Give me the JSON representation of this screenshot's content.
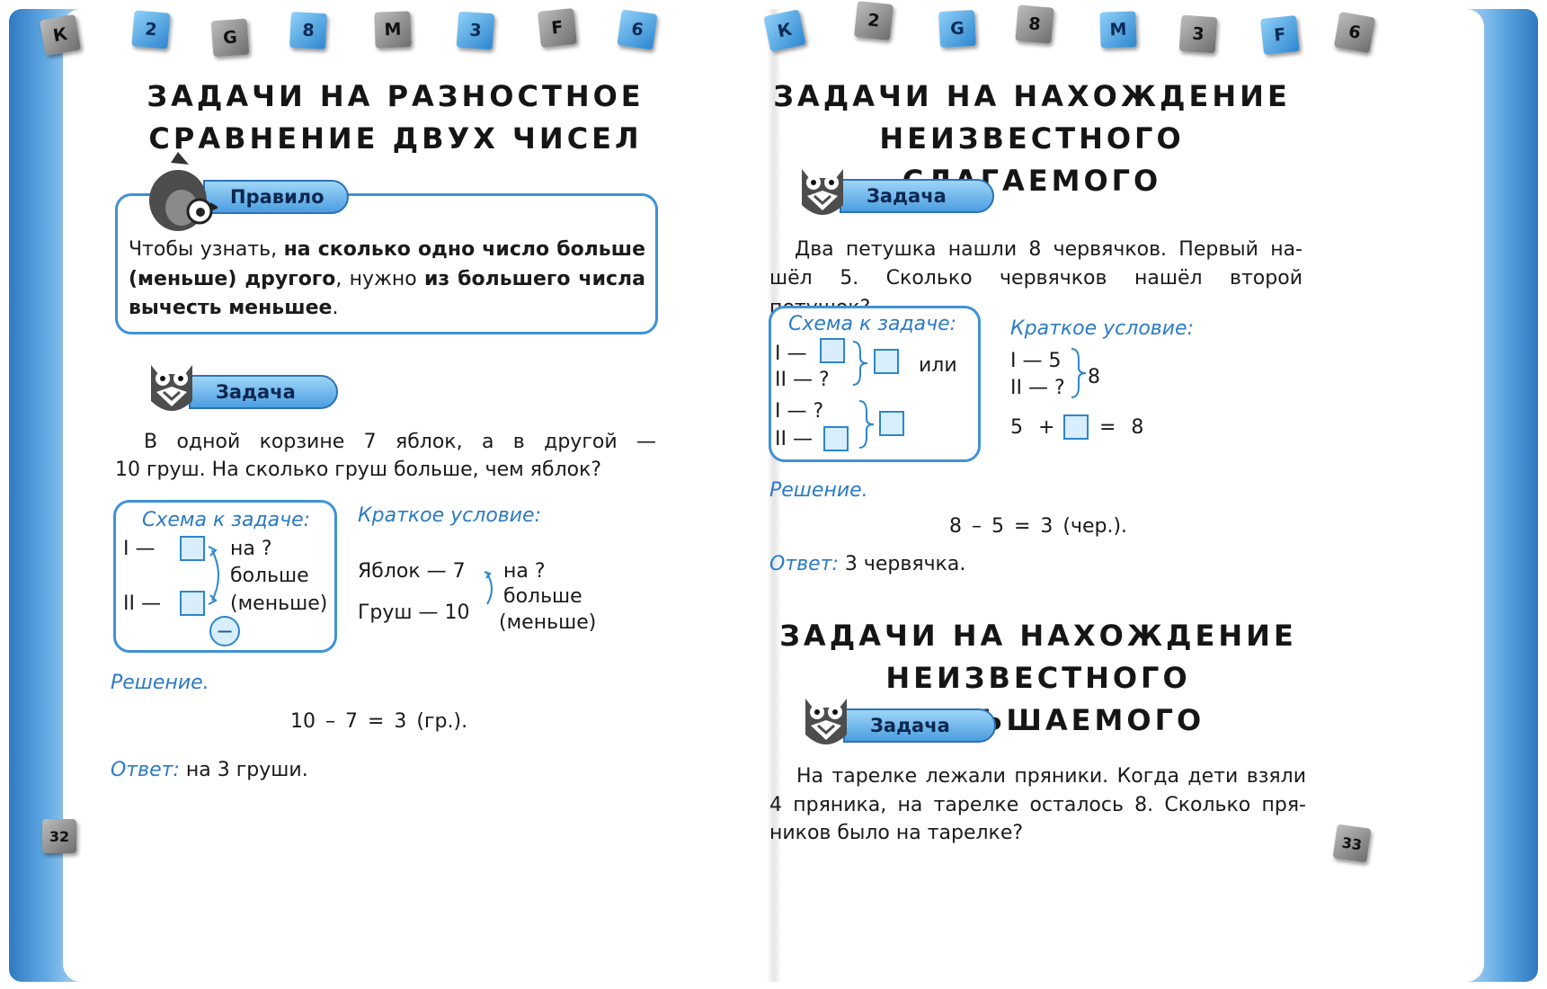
{
  "tiles_left": [
    "К",
    "2",
    "G",
    "8",
    "M",
    "3",
    "F",
    "6"
  ],
  "tiles_right": [
    "К",
    "2",
    "G",
    "8",
    "M",
    "3",
    "F",
    "6"
  ],
  "left_page": {
    "page_number": "32",
    "title_line1": "ЗАДАЧИ НА РАЗНОСТНОЕ",
    "title_line2": "СРАВНЕНИЕ ДВУХ ЧИСЕЛ",
    "rule_label": "Правило",
    "rule_line1_a": "Чтобы узнать,",
    "rule_line1_b": "на сколько одно число больше",
    "rule_line2_a": "(меньше) другого",
    "rule_line2_b": ", нужно",
    "rule_line2_c": "из большего числа",
    "rule_line3_a": "вычесть меньшее",
    "rule_line3_b": ".",
    "task_label": "Задача",
    "task_line1": "В одной корзине 7 яблок, а в другой —",
    "task_line2": "10 груш. На сколько груш больше, чем яблок?",
    "scheme_title": "Схема к задаче:",
    "scheme_row1": "I —",
    "scheme_row2": "II —",
    "scheme_side1": "на ?",
    "scheme_side2": "больше",
    "scheme_side3": "(меньше)",
    "scheme_minus": "−",
    "short_title": "Краткое условие:",
    "short_row1": "Яблок — 7",
    "short_row2": "Груш — 10",
    "short_side1": "на ?",
    "short_side2": "больше",
    "short_side3": "(меньше)",
    "solution_label": "Решение.",
    "solution": "10 – 7 = 3 (гр.).",
    "answer_label": "Ответ:",
    "answer": "на 3 груши."
  },
  "right_page": {
    "page_number": "33",
    "title_line1": "ЗАДАЧИ НА НАХОЖДЕНИЕ",
    "title_line2": "НЕИЗВЕСТНОГО СЛАГАЕМОГО",
    "task_label": "Задача",
    "task_line1": "Два петушка нашли 8 червячков. Первый на-",
    "task_line2": "шёл 5. Сколько червячков нашёл второй петушок?",
    "scheme_title": "Схема к задаче:",
    "scheme_a_row1": "I —",
    "scheme_a_row2": "II — ?",
    "scheme_or": "или",
    "scheme_b_row1": "I — ?",
    "scheme_b_row2": "II —",
    "short_title": "Краткое условие:",
    "short_row1": "I — 5",
    "short_row2": "II — ?",
    "short_total": "8",
    "eq_left": "5 +",
    "eq_right": "= 8",
    "solution_label": "Решение.",
    "solution": "8 – 5 = 3 (чер.).",
    "answer_label": "Ответ:",
    "answer": "3 червячка.",
    "title2_line1": "ЗАДАЧИ НА НАХОЖДЕНИЕ",
    "title2_line2": "НЕИЗВЕСТНОГО УМЕНЬШАЕМОГО",
    "task2_label": "Задача",
    "task2_line1": "На тарелке лежали пряники. Когда дети взяли",
    "task2_line2": "4 пряника, на тарелке осталось 8. Сколько пря-",
    "task2_line3": "ников было на тарелке?"
  },
  "colors": {
    "frame_blue": "#2f79c0",
    "accent_blue": "#3f92d6",
    "italic_blue": "#2c7bc4",
    "tile_gray": "#8a8a8a",
    "tile_blue": "#4aa3e6"
  }
}
